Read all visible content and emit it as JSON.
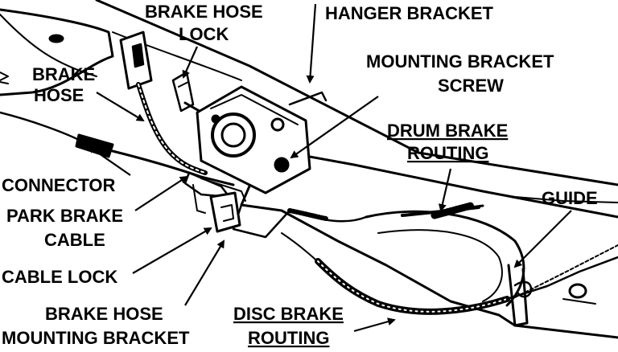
{
  "labels": {
    "brake_hose_lock_l1": "BRAKE HOSE",
    "brake_hose_lock_l2": "LOCK",
    "hanger_bracket": "HANGER BRACKET",
    "mounting_bracket_screw_l1": "MOUNTING BRACKET",
    "mounting_bracket_screw_l2": "SCREW",
    "brake_hose_l1": "BRAKE",
    "brake_hose_l2": "HOSE",
    "drum_brake_routing_l1": "DRUM BRAKE",
    "drum_brake_routing_l2": "ROUTING",
    "connector": "CONNECTOR",
    "guide": "GUIDE",
    "park_brake_cable_l1": "PARK BRAKE",
    "park_brake_cable_l2": "CABLE",
    "cable_lock": "CABLE LOCK",
    "brake_hose_mounting_bracket_l1": "BRAKE HOSE",
    "brake_hose_mounting_bracket_l2": "MOUNTING BRACKET",
    "disc_brake_routing_l1": "DISC BRAKE",
    "disc_brake_routing_l2": "ROUTING"
  },
  "colors": {
    "ink": "#000000",
    "paper": "#ffffff"
  }
}
